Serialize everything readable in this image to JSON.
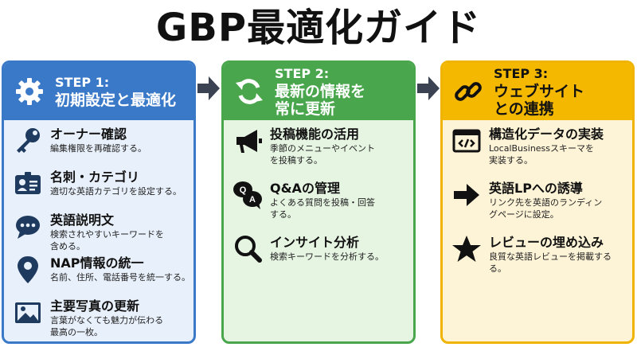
{
  "title": "GBP最適化ガイド",
  "colors": {
    "blue": "#3a78c8",
    "green": "#4aa64c",
    "yellow": "#f5b800",
    "icon_dark": "#1f3a5f"
  },
  "steps": [
    {
      "step": "STEP 1:",
      "subtitle_lines": [
        "初期設定と最適化"
      ],
      "header_icon": "gear-icon",
      "items": [
        {
          "icon": "key-icon",
          "title": "オーナー確認",
          "desc_lines": [
            "編集権限を再確認する。"
          ]
        },
        {
          "icon": "id-card-icon",
          "title": "名刺・カテゴリ",
          "desc_lines": [
            "適切な英語カテゴリを設定する。"
          ]
        },
        {
          "icon": "chat-bubble-icon",
          "title": "英語説明文",
          "desc_lines": [
            "検索されやすいキーワードを",
            "含める。"
          ]
        },
        {
          "icon": "map-pin-icon",
          "title": "NAP情報の統一",
          "desc_lines": [
            "名前、住所、電話番号を統一する。"
          ]
        },
        {
          "icon": "photo-icon",
          "title": "主要写真の更新",
          "desc_lines": [
            "言葉がなくても魅力が伝わる",
            "最高の一枚。"
          ]
        }
      ]
    },
    {
      "step": "STEP 2:",
      "subtitle_lines": [
        "最新の情報を",
        "常に更新"
      ],
      "header_icon": "refresh-icon",
      "items": [
        {
          "icon": "megaphone-icon",
          "title": "投稿機能の活用",
          "desc_lines": [
            "季節のメニューやイベント",
            "を投稿する。"
          ]
        },
        {
          "icon": "qa-bubbles-icon",
          "title": "Q&Aの管理",
          "desc_lines": [
            "よくある質問を投稿・回答",
            "する。"
          ]
        },
        {
          "icon": "magnifier-icon",
          "title": "インサイト分析",
          "desc_lines": [
            "検索キーワードを分析する。"
          ]
        }
      ]
    },
    {
      "step": "STEP 3:",
      "subtitle_lines": [
        "ウェブサイト",
        "との連携"
      ],
      "header_icon": "link-icon",
      "items": [
        {
          "icon": "code-window-icon",
          "title": "構造化データの実装",
          "desc_lines": [
            "LocalBusinessスキーマを",
            "実装する。"
          ]
        },
        {
          "icon": "arrow-right-icon",
          "title": "英語LPへの誘導",
          "desc_lines": [
            "リンク先を英語のランディン",
            "グページに設定。"
          ]
        },
        {
          "icon": "star-icon",
          "title": "レビューの埋め込み",
          "desc_lines": [
            "良質な英語レビューを掲載する",
            "る。"
          ]
        }
      ]
    }
  ]
}
